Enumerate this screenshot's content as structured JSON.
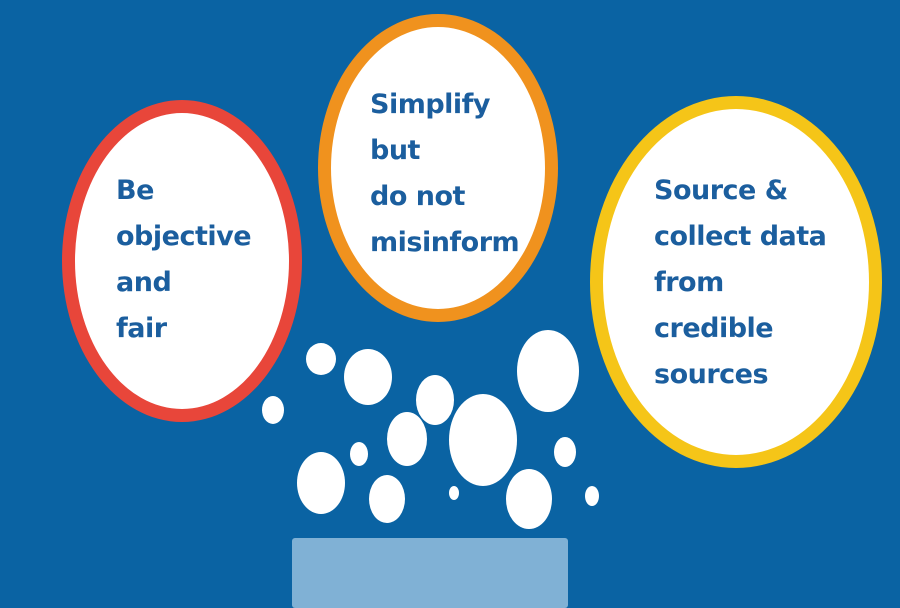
{
  "principles": [
    {
      "lines": [
        "Be",
        "objective",
        "and",
        "fair"
      ],
      "ring_color": "#e8463a"
    },
    {
      "lines": [
        "Simplify",
        "but",
        "do not",
        "misinform"
      ],
      "ring_color": "#f0921e"
    },
    {
      "lines": [
        "Source &",
        "collect data",
        "from",
        "credible",
        "sources"
      ],
      "ring_color": "#f5c518"
    }
  ]
}
